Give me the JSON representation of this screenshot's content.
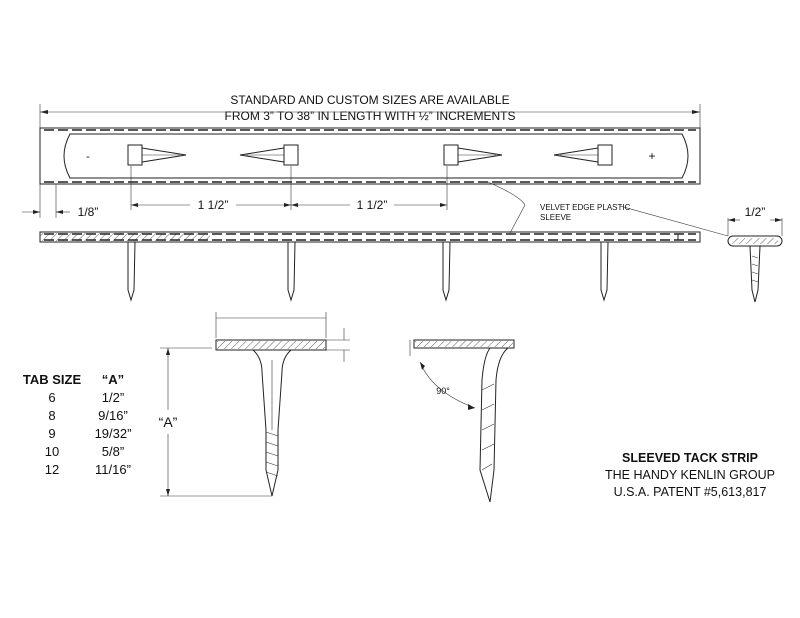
{
  "header": {
    "line1": "STANDARD AND CUSTOM SIZES ARE AVAILABLE",
    "line2": "FROM 3” TO 38” IN LENGTH WITH ½” INCREMENTS"
  },
  "dimensions": {
    "edge": "1/8”",
    "spacing1": "1 1/2”",
    "spacing2": "1 1/2”",
    "sleeve_width": "1/2”",
    "tack_length": "“A”",
    "angle": "90°"
  },
  "signs": {
    "minus": "-",
    "plus": "+"
  },
  "callout": {
    "line1": "VELVET EDGE PLASTIC",
    "line2": "SLEEVE"
  },
  "table": {
    "headers": [
      "TAB SIZE",
      "“A”"
    ],
    "rows": [
      [
        "6",
        "1/2”"
      ],
      [
        "8",
        "9/16”"
      ],
      [
        "9",
        "19/32”"
      ],
      [
        "10",
        "5/8”"
      ],
      [
        "12",
        "11/16”"
      ]
    ]
  },
  "title_block": {
    "title": "SLEEVED TACK STRIP",
    "company": "THE HANDY KENLIN GROUP",
    "patent": "U.S.A. PATENT #5,613,817"
  }
}
